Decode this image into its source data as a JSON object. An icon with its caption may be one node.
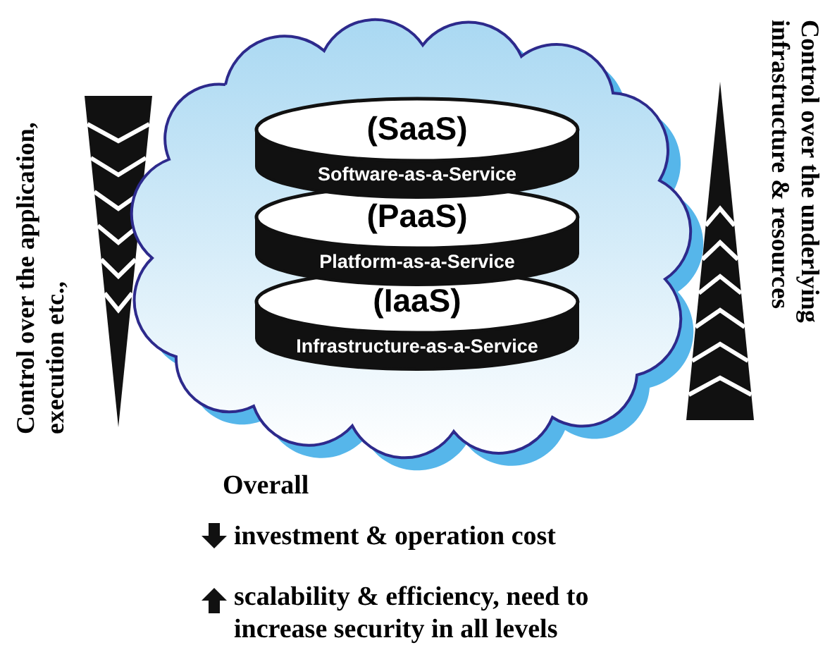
{
  "diagram": {
    "nodes": [
      {
        "text": [],
        "shape": "cloud"
      },
      {
        "text": [
          "(SaaS)",
          "Software-as-a-Service"
        ],
        "in": 0
      },
      {
        "text": [
          "(PaaS)",
          "Platform-as-a-Service"
        ],
        "in": 0
      },
      {
        "text": [
          "(IaaS)",
          "Infrastructure-as-a-Service"
        ],
        "in": 0
      }
    ],
    "edges": [],
    "labels": [
      "Control over the application, execution etc.,",
      "Control over the underlying infrastructure & resources",
      "Overall",
      "investment & operation cost",
      "scalability & efficiency, need to increase security in all levels"
    ]
  }
}
